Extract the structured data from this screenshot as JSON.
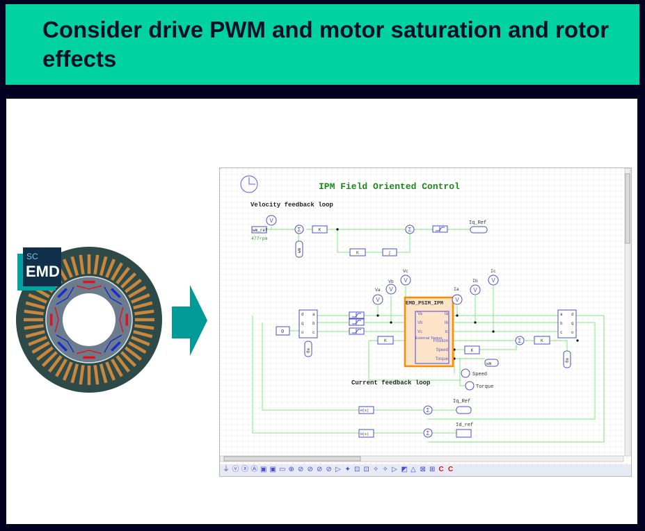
{
  "slide": {
    "title": "Consider drive PWM and motor saturation and rotor effects"
  },
  "logo": {
    "line1": "SC",
    "line2": "EMD"
  },
  "colors": {
    "title_bar": "#00d3a1",
    "background": "#03011f",
    "arrow": "#009a99",
    "wire": "#7fe87f",
    "component": "#4a4ad0",
    "highlight": "#ff8c00"
  },
  "schematic": {
    "title": "IPM Field Oriented Control",
    "velocity_loop_label": "Velocity feedback loop",
    "current_loop_label": "Current feedback loop",
    "wm_ref": "wm_ref",
    "wm_ref_value": "477rpm",
    "wm": "wm",
    "gain": "K",
    "integrator": "∫",
    "iq_ref": "Iq_Ref",
    "id_ref": "Id_ref",
    "voltmeter": "V",
    "probes": {
      "va": "Va",
      "vb": "Vb",
      "vc": "Vc",
      "ia": "Ia",
      "ib": "Ib",
      "ic": "Ic"
    },
    "zero": "0",
    "theta": "θe",
    "dq_ports_left": [
      "d",
      "q",
      "o"
    ],
    "abc_ports": [
      "a",
      "b",
      "c"
    ],
    "dq_ports_right": [
      "d",
      "q",
      "o"
    ],
    "motor_block": {
      "name": "EMD_PSIM_IPM",
      "inputs": [
        "Va",
        "Vb",
        "Vc",
        "External Torque"
      ],
      "outputs": [
        "Ia",
        "Ib",
        "Ic",
        "Position",
        "Speed",
        "Torque"
      ]
    },
    "speed_out": "Speed",
    "torque_out": "Torque",
    "transfer_fn": "H(s)",
    "sum_symbol": "Σ"
  },
  "toolbar": {
    "icons": [
      "ground-icon",
      "voltmeter-icon",
      "ammeter-icon",
      "probe-icon",
      "scope-icon",
      "scope2-icon",
      "resistor-icon",
      "source-icon",
      "source2-icon",
      "source3-icon",
      "source4-icon",
      "source5-icon",
      "amplifier-icon",
      "node-icon",
      "gain-icon",
      "block-icon",
      "sum-icon",
      "sum2-icon",
      "comparator-icon",
      "limiter-icon",
      "switch-icon",
      "mux-icon",
      "sub-icon",
      "c-block-icon",
      "c-block2-icon"
    ],
    "c_label": "C"
  }
}
